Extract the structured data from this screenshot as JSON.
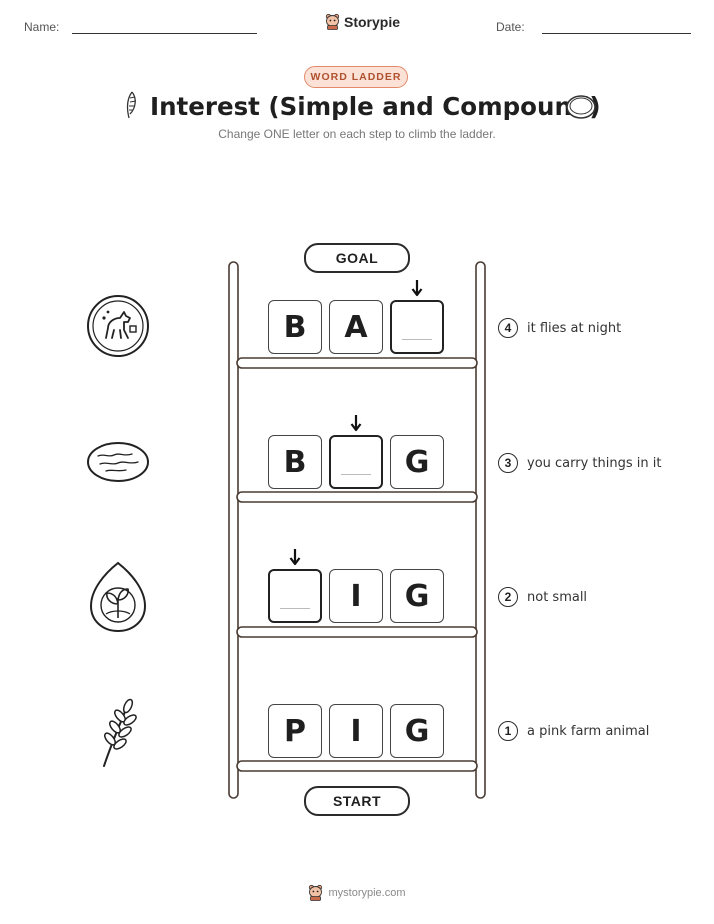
{
  "header": {
    "name_label": "Name:",
    "date_label": "Date:",
    "brand": "Storypie"
  },
  "badge": "WORD LADDER",
  "title": "Interest (Simple and Compound)",
  "subtitle": "Change ONE letter on each step to climb the ladder.",
  "ladder": {
    "goal_label": "GOAL",
    "start_label": "START",
    "rows": [
      {
        "step": "4",
        "tiles": [
          "B",
          "A",
          ""
        ],
        "clue": "it flies at night",
        "icon": "coin-horse-icon"
      },
      {
        "step": "3",
        "tiles": [
          "B",
          "",
          "G"
        ],
        "clue": "you carry things in it",
        "icon": "flat-stone-icon"
      },
      {
        "step": "2",
        "tiles": [
          "",
          "I",
          "G"
        ],
        "clue": "not small",
        "icon": "seed-sprout-icon"
      },
      {
        "step": "1",
        "tiles": [
          "P",
          "I",
          "G"
        ],
        "clue": "a pink farm animal",
        "icon": "wheat-icon"
      }
    ]
  },
  "footer": {
    "url": "mystorypie.com"
  }
}
